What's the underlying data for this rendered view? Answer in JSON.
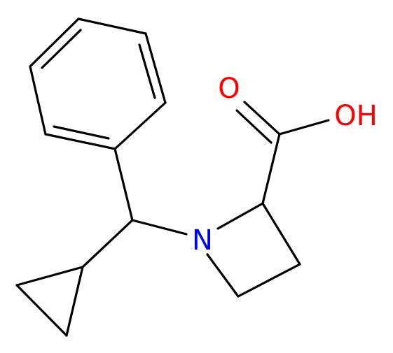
{
  "molecule": {
    "atoms": {
      "nitrogen": "N",
      "oxygen_carbonyl": "O",
      "hydroxyl": "OH"
    },
    "colors": {
      "bond": "#000000",
      "nitrogen": "#0000ff",
      "oxygen": "#ff0000"
    }
  }
}
